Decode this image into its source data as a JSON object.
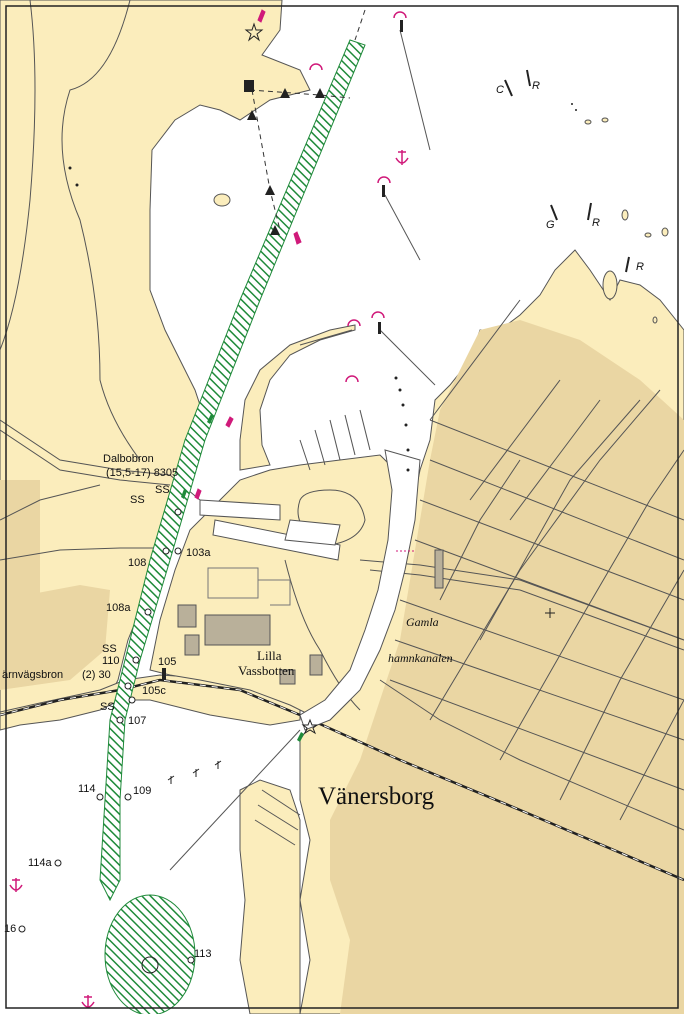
{
  "map": {
    "colors": {
      "land": "#fbedbc",
      "urban": "#ead6a3",
      "water": "#ffffff",
      "fairway": "#1f8a3a",
      "magenta": "#d01a7a",
      "coast": "#555555",
      "frame": "#222222"
    },
    "place_names": {
      "town": "Vänersborg",
      "lilla_1": "Lilla",
      "lilla_2": "Vassbotten",
      "gamla": "Gamla",
      "hamnkanalen": "hamnkanalen"
    },
    "bridges": {
      "dalbobron_name": "Dalbobron",
      "dalbobron_spec": "(15,5-17) 8305",
      "jarnvagsbron_name": "ärnvägsbron",
      "jarnvagsbron_spec": "(2) 30"
    },
    "markers": {
      "ss_1": "SS",
      "ss_2": "SS",
      "ss_3": "SS",
      "ss_4": "SS"
    },
    "soundings": {
      "s103a": "103a",
      "s108": "108",
      "s108a": "108a",
      "s110": "110",
      "s105": "105",
      "s105c": "105c",
      "s107": "107",
      "s114": "114",
      "s109": "109",
      "s114a": "114a",
      "s16": "16",
      "s113": "113"
    },
    "beacon_labels": {
      "c": "C",
      "r1": "R",
      "g": "G",
      "r2": "R",
      "r3": "R"
    }
  }
}
